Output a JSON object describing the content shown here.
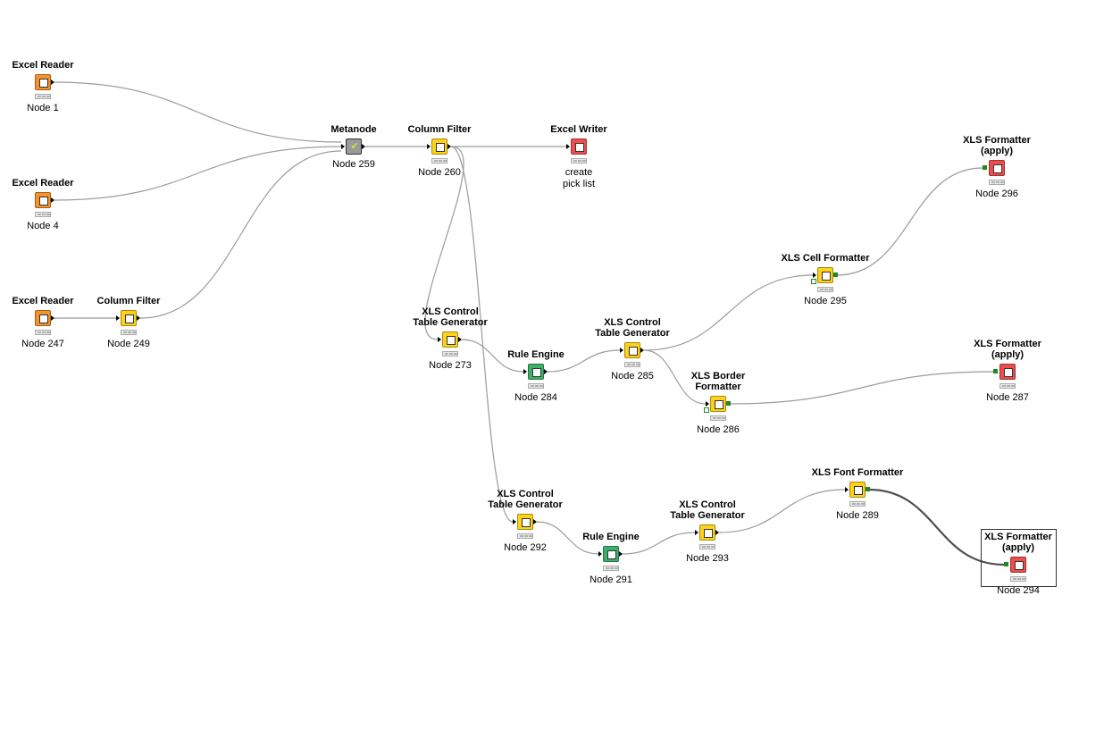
{
  "app": "KNIME Analytics Platform",
  "colors": {
    "reader": "#f5922a",
    "manipulator": "#ffd21a",
    "writer": "#ef4d4d",
    "rule": "#3cb06a",
    "metanode": "#9a9a9a",
    "connection": "#9b9b9b",
    "connection_selected": "#505050",
    "port_data": "#000000",
    "port_xls": "#1f8a1f"
  },
  "nodes": [
    {
      "id": "n1",
      "title": "Excel Reader",
      "label": "Node 1",
      "kind": "reader",
      "icon": "excel-reader-icon"
    },
    {
      "id": "n4",
      "title": "Excel Reader",
      "label": "Node 4",
      "kind": "reader",
      "icon": "excel-reader-icon"
    },
    {
      "id": "n247",
      "title": "Excel Reader",
      "label": "Node 247",
      "kind": "reader",
      "icon": "excel-reader-icon"
    },
    {
      "id": "n249",
      "title": "Column Filter",
      "label": "Node 249",
      "kind": "manipulator",
      "icon": "column-filter-icon"
    },
    {
      "id": "n259",
      "title": "Metanode",
      "label": "Node 259",
      "kind": "metanode",
      "icon": "metanode-check-icon"
    },
    {
      "id": "n260",
      "title": "Column Filter",
      "label": "Node 260",
      "kind": "manipulator",
      "icon": "column-filter-icon"
    },
    {
      "id": "nEW",
      "title": "Excel Writer",
      "label": "create\npick list",
      "kind": "writer",
      "icon": "excel-writer-icon"
    },
    {
      "id": "n296",
      "title": "XLS Formatter\n(apply)",
      "label": "Node 296",
      "kind": "writer",
      "icon": "xls-formatter-icon"
    },
    {
      "id": "n295",
      "title": "XLS Cell Formatter",
      "label": "Node 295",
      "kind": "manipulator",
      "icon": "xls-cell-formatter-icon"
    },
    {
      "id": "n273",
      "title": "XLS Control\nTable Generator",
      "label": "Node 273",
      "kind": "manipulator",
      "icon": "xls-control-table-icon"
    },
    {
      "id": "n284",
      "title": "Rule Engine",
      "label": "Node 284",
      "kind": "rule",
      "icon": "rule-engine-icon"
    },
    {
      "id": "n285",
      "title": "XLS Control\nTable Generator",
      "label": "Node 285",
      "kind": "manipulator",
      "icon": "xls-control-table-icon"
    },
    {
      "id": "n286",
      "title": "XLS Border\nFormatter",
      "label": "Node 286",
      "kind": "manipulator",
      "icon": "xls-border-formatter-icon"
    },
    {
      "id": "n287",
      "title": "XLS Formatter\n(apply)",
      "label": "Node 287",
      "kind": "writer",
      "icon": "xls-formatter-icon"
    },
    {
      "id": "n292",
      "title": "XLS Control\nTable Generator",
      "label": "Node 292",
      "kind": "manipulator",
      "icon": "xls-control-table-icon"
    },
    {
      "id": "n291",
      "title": "Rule Engine",
      "label": "Node 291",
      "kind": "rule",
      "icon": "rule-engine-icon"
    },
    {
      "id": "n293",
      "title": "XLS Control\nTable Generator",
      "label": "Node 293",
      "kind": "manipulator",
      "icon": "xls-control-table-icon"
    },
    {
      "id": "n289",
      "title": "XLS Font Formatter",
      "label": "Node 289",
      "kind": "manipulator",
      "icon": "xls-font-formatter-icon"
    },
    {
      "id": "n294",
      "title": "XLS Formatter\n(apply)",
      "label": "Node 294",
      "kind": "writer",
      "icon": "xls-formatter-icon",
      "selected": true
    }
  ],
  "connections": [
    {
      "from": "n1",
      "to": "n259"
    },
    {
      "from": "n4",
      "to": "n259"
    },
    {
      "from": "n247",
      "to": "n249"
    },
    {
      "from": "n249",
      "to": "n259"
    },
    {
      "from": "n259",
      "to": "n260"
    },
    {
      "from": "n260",
      "to": "nEW"
    },
    {
      "from": "n260",
      "to": "n273"
    },
    {
      "from": "n260",
      "to": "n292"
    },
    {
      "from": "n273",
      "to": "n284"
    },
    {
      "from": "n284",
      "to": "n285"
    },
    {
      "from": "n285",
      "to": "n295"
    },
    {
      "from": "n285",
      "to": "n286"
    },
    {
      "from": "n295",
      "to": "n296"
    },
    {
      "from": "n286",
      "to": "n287"
    },
    {
      "from": "n292",
      "to": "n291"
    },
    {
      "from": "n291",
      "to": "n293"
    },
    {
      "from": "n293",
      "to": "n289"
    },
    {
      "from": "n289",
      "to": "n294",
      "selected": true
    }
  ]
}
